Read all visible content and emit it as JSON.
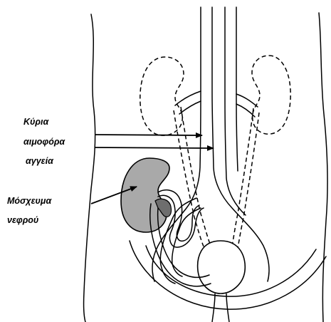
{
  "labels": {
    "main_vessels": [
      "Κύρια",
      "αιμοφόρα",
      "αγγεία"
    ],
    "kidney_graft": [
      "Μόσχευμα",
      "νεφρού"
    ]
  },
  "colors": {
    "graft_fill": "#a9a9a9",
    "ureter_fill": "#6e6e6e",
    "line": "#000000",
    "background": "#ffffff"
  },
  "icons": {
    "pointer": "arrow-icon"
  }
}
